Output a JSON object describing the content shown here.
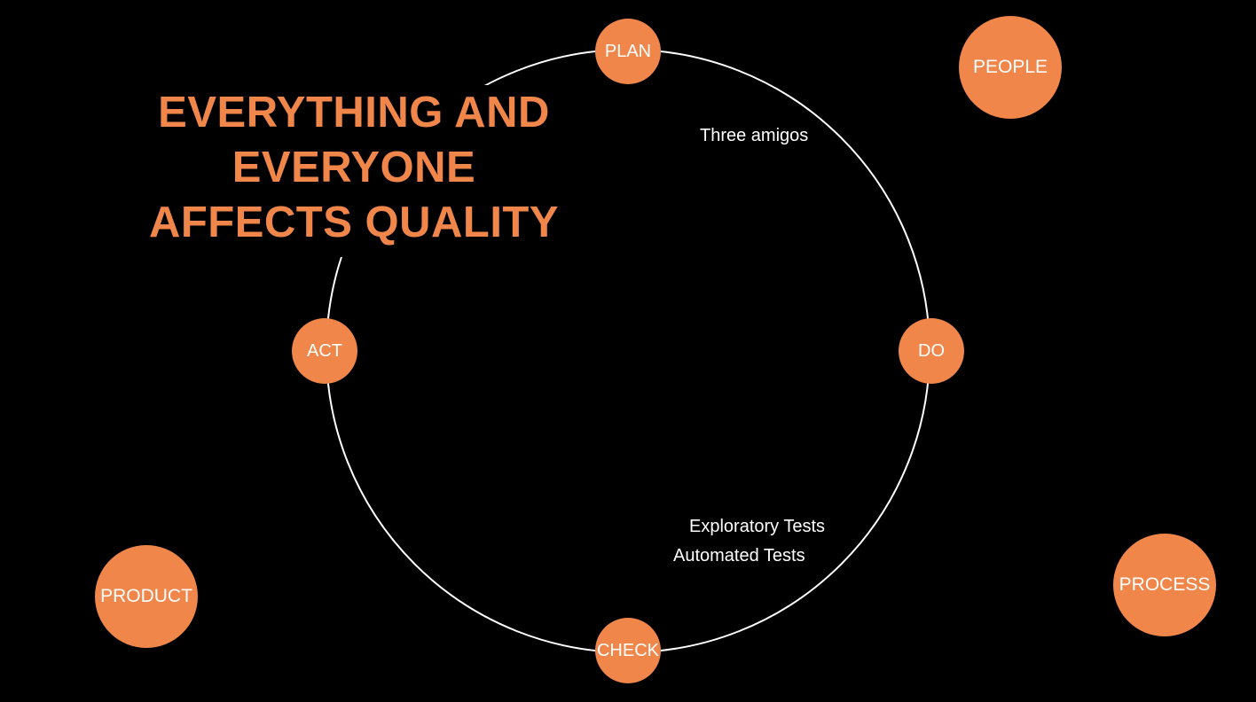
{
  "headline": [
    "EVERYTHING AND",
    "EVERYONE",
    "AFFECTS QUALITY"
  ],
  "cycle": {
    "plan": "PLAN",
    "do": "DO",
    "check": "CHECK",
    "act": "ACT"
  },
  "factors": {
    "people": "PEOPLE",
    "process": "PROCESS",
    "product": "PRODUCT"
  },
  "notes": {
    "plan": "Three amigos",
    "check_1": "Exploratory Tests",
    "check_2": "Automated Tests"
  },
  "colors": {
    "accent": "#F0864A",
    "background": "#000000",
    "text": "#FFFFFF"
  }
}
